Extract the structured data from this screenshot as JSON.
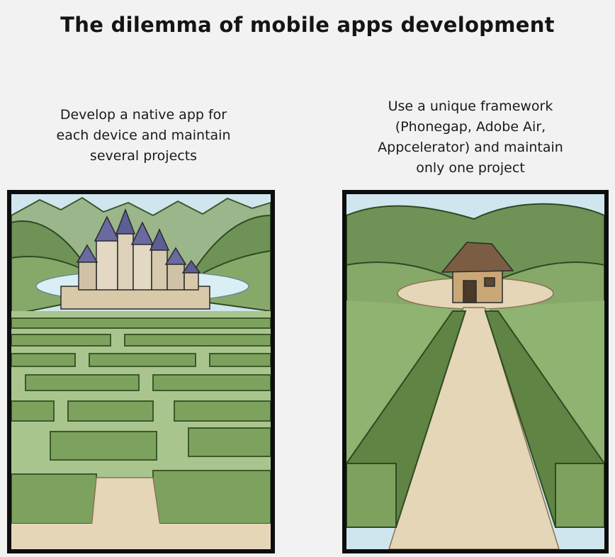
{
  "title": "The dilemma of mobile apps development",
  "left_option": {
    "caption": "Develop a native app for\neach device and maintain\nseveral projects",
    "illustration": "castle-behind-hedge-maze"
  },
  "right_option": {
    "caption": "Use a unique framework\n(Phonegap,  Adobe Air,\nAppcelerator) and maintain\nonly one project",
    "illustration": "hut-at-end-of-straight-path"
  },
  "colors": {
    "hedge": "#7da25e",
    "hedge_dark": "#4f6f3a",
    "path": "#e5d6b8",
    "sky": "#cfe6ef",
    "border": "#0d0d0d"
  }
}
